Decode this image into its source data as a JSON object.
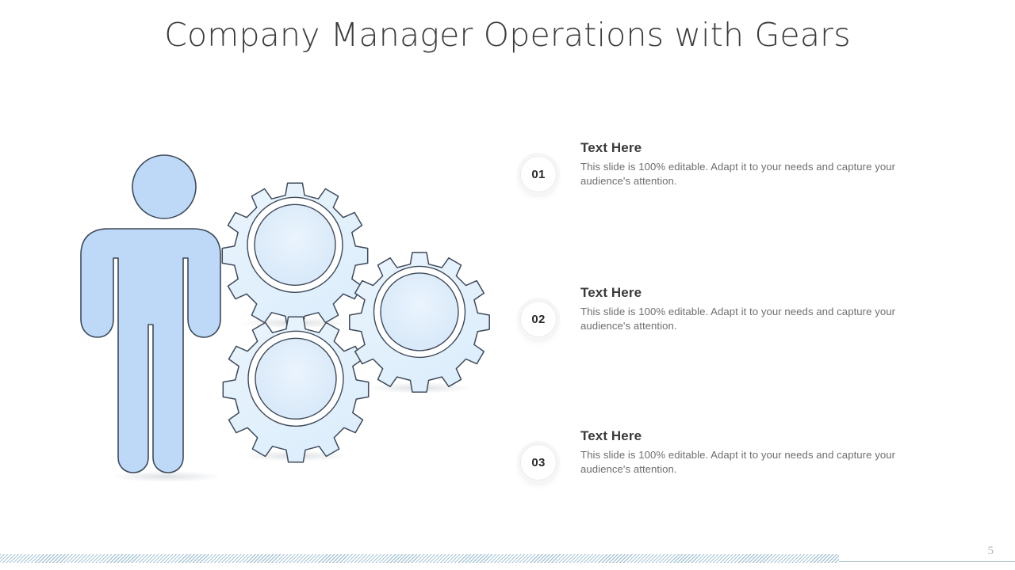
{
  "slide": {
    "title": "Company Manager Operations with Gears",
    "page_number": "5",
    "background_color": "#ffffff",
    "title_color": "#3c3c3c"
  },
  "graphic": {
    "name": "manager-with-gears-illustration",
    "person": {
      "label": "person-figure",
      "fill_color": "#bdd9f7",
      "stroke_color": "#3f4a5a"
    },
    "gears": [
      {
        "label": "gear-1",
        "teeth": 12,
        "fill_color": "#ddeefc",
        "center_fill": "#dceafa",
        "stroke_color": "#3f4a5a"
      },
      {
        "label": "gear-2",
        "teeth": 12,
        "fill_color": "#ddeefc",
        "center_fill": "#dceafa",
        "stroke_color": "#3f4a5a"
      },
      {
        "label": "gear-3",
        "teeth": 12,
        "fill_color": "#ddeefc",
        "center_fill": "#dceafa",
        "stroke_color": "#3f4a5a"
      }
    ]
  },
  "rows": [
    {
      "number": "01",
      "heading": "Text Here",
      "body": "This slide is 100% editable. Adapt it to your needs and capture your audience's attention."
    },
    {
      "number": "02",
      "heading": "Text Here",
      "body": "This slide is 100% editable. Adapt it to your needs and capture your audience's attention."
    },
    {
      "number": "03",
      "heading": "Text Here",
      "body": "This slide is 100% editable. Adapt it to your needs and capture your audience's attention."
    }
  ],
  "footer": {
    "hatch_color": "#aac6d6",
    "line_color": "#9fb9c6"
  }
}
